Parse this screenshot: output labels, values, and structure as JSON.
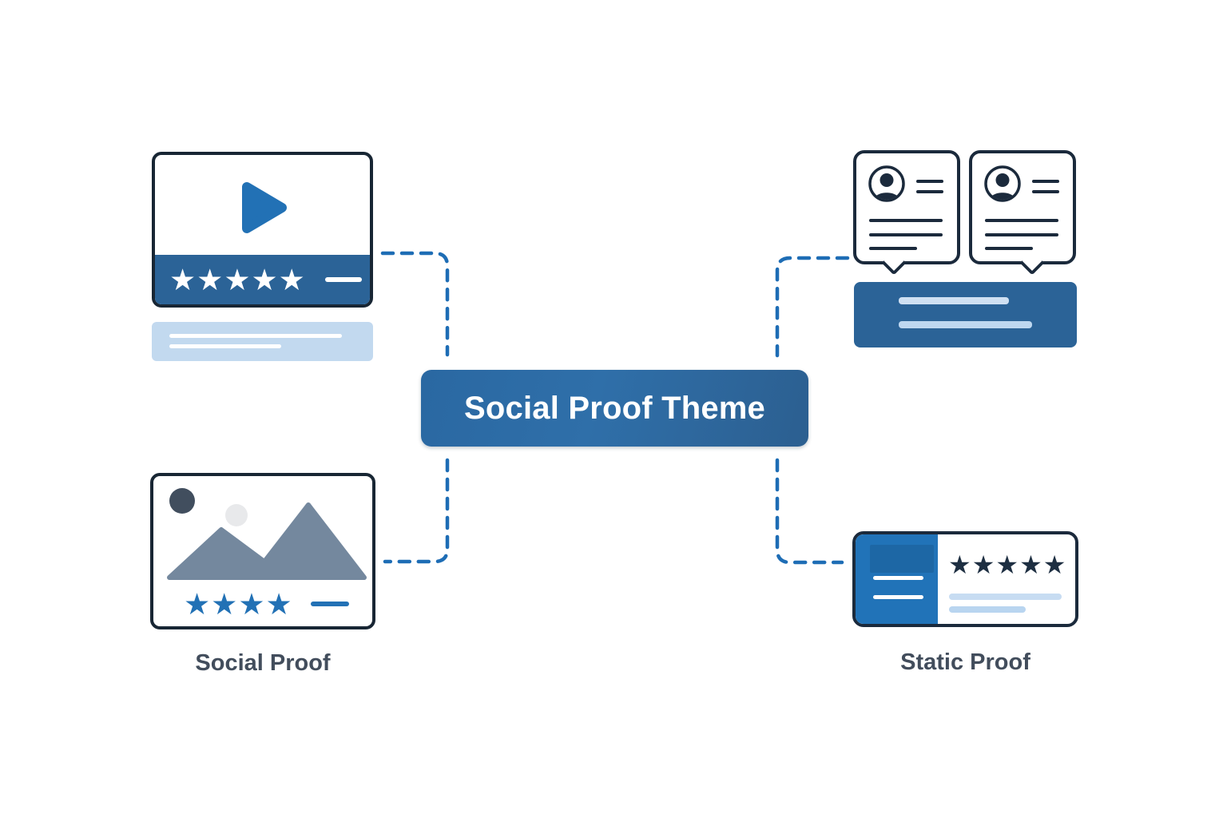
{
  "center": {
    "label": "Social Proof Theme"
  },
  "left_group": {
    "label": "Social Proof",
    "video_stars": "★★★★★",
    "image_stars": "★★★★"
  },
  "right_group": {
    "label": "Static Proof",
    "card_stars": "★★★★★"
  },
  "colors": {
    "navy": "#1b2a3c",
    "card_border": "#182634",
    "accent": "#2271b5",
    "bar_blue": "#2b6397",
    "panel_blue": "#2173b8",
    "light_blue": "#c2d9ef",
    "line_light": "#cfe0f2",
    "line_light2": "#bdd7f0",
    "slate": "#74889e",
    "circle_dark": "#414e5e",
    "circle_light": "#e8e9eb",
    "text_gray": "#424d5c",
    "connector": "#1e6db5",
    "btn_a": "#2a68a2",
    "btn_b": "#2f6fa9",
    "btn_c": "#2c5f90",
    "star_dark": "#1e2f42"
  }
}
